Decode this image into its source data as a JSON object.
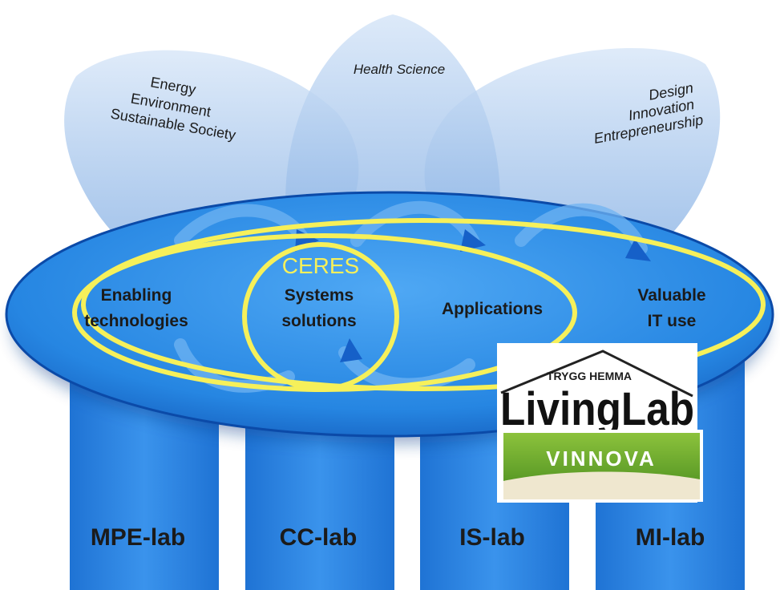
{
  "petals": {
    "left": [
      "Energy",
      "Environment",
      "Sustainable Society"
    ],
    "center": "Health Science",
    "right": [
      "Design",
      "Innovation",
      "Entrepreneurship"
    ]
  },
  "ellipse_labels": {
    "enabling": [
      "Enabling",
      "technologies"
    ],
    "systems": [
      "Systems",
      "solutions"
    ],
    "applications": "Applications",
    "valuable": [
      "Valuable",
      "IT use"
    ]
  },
  "highlight": {
    "ceres": "CERES"
  },
  "pillars": [
    "MPE-lab",
    "CC-lab",
    "IS-lab",
    "MI-lab"
  ],
  "logos": {
    "living_lab_top": "TRYGG HEMMA",
    "living_lab_main": "LivingLab",
    "vinnova": "VINNOVA"
  },
  "colors": {
    "background": "#ffffff",
    "petal": "#a8c8ee",
    "ellipse": "#2e8fe6",
    "pillar": "#2c84e2",
    "highlight_ring": "#f6f05a",
    "dark_text": "#1b1b1b",
    "vinnova_green": "#6fab2f"
  }
}
